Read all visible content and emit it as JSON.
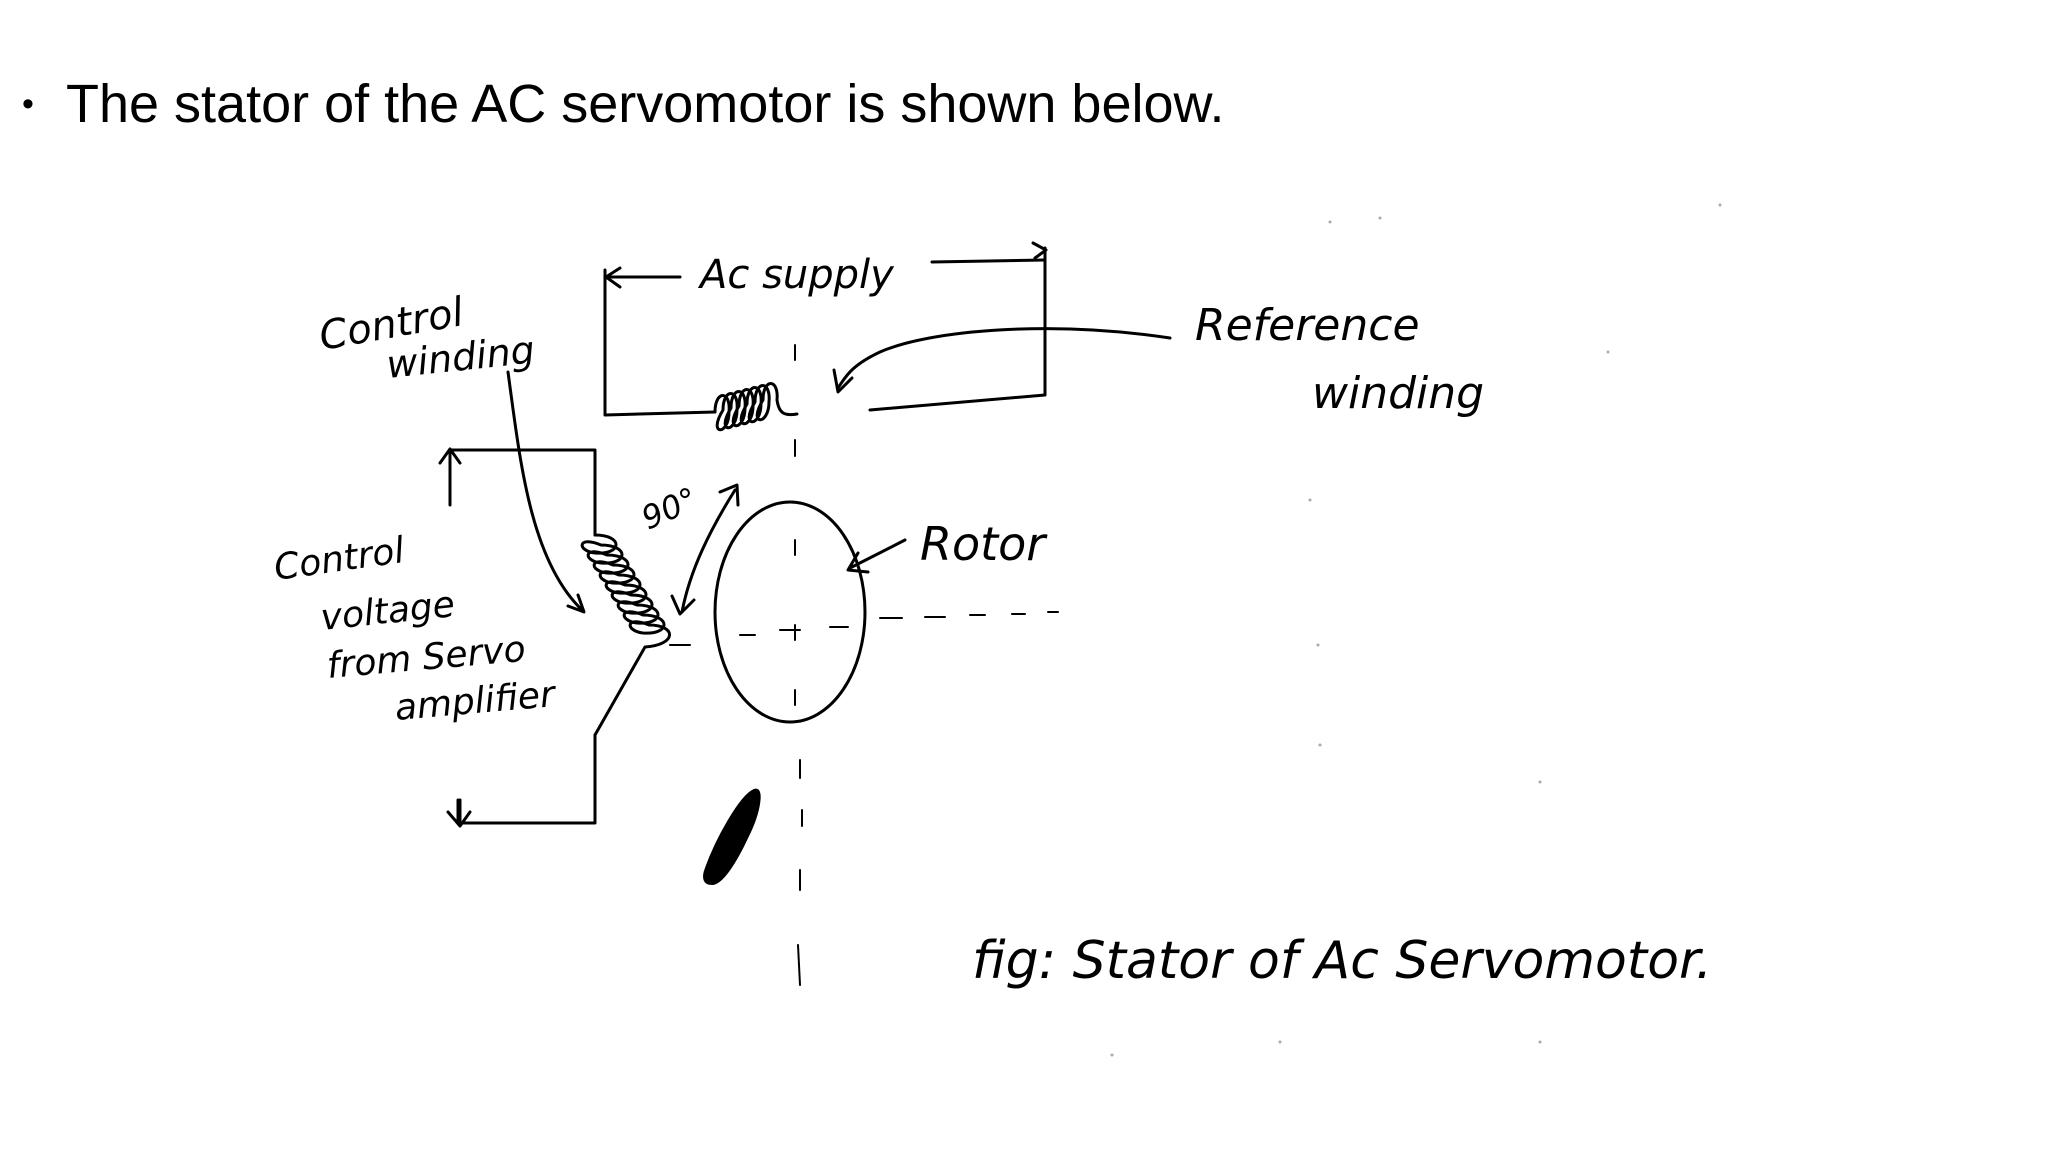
{
  "slide": {
    "bullet_symbol": "•",
    "bullet_text": "The stator of the AC servomotor is shown below."
  },
  "diagram": {
    "labels": {
      "ac_supply": "Ac supply",
      "control_winding_line1": "Control",
      "control_winding_line2": "winding",
      "reference_winding_line1": "Reference",
      "reference_winding_line2": "winding",
      "angle": "90°",
      "rotor": "Rotor",
      "control_voltage_line1": "Control",
      "control_voltage_line2": "voltage",
      "control_voltage_line3": "from Servo",
      "control_voltage_line4": "amplifier",
      "caption": "fig: Stator of Ac Servomotor."
    }
  }
}
